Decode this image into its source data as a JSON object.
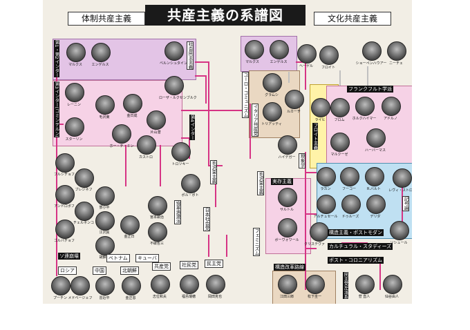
{
  "title": "共産主義の系譜図",
  "left_header": "体制共産主義",
  "right_header": "文化共産主義",
  "colors": {
    "magenta": "#d63384",
    "purple_bg": "#e3c4e6",
    "pink_bg": "#f6d2e6",
    "blue_bg": "#bfe0f2",
    "yellow_bg": "#fff3a8",
    "beige_bg": "#ead8c2"
  },
  "labels": {
    "intl12": "第1・第2インター",
    "intl3": "第3インター(コミンテルン)",
    "shakai": "社会民主主義",
    "intl4": "第4インター",
    "soren": "ソ連崩壊",
    "russia": "ロシア",
    "china": "中国",
    "vietnam": "ベトナム",
    "nkorea": "北朝鮮",
    "cuba": "キューバ",
    "kyosanto": "共産党",
    "shaminto": "社民党",
    "minshuto": "民主党",
    "mao": "毛沢東主義",
    "kinsha": "日本社会党",
    "kakumei": "協革過激派",
    "eurocomm": "ユーロ・コミュニズム",
    "italy": "イタリア共産党",
    "frankfurt": "フランクフルト学派",
    "freud_left": "フロイト主義",
    "genshogaku": "現象学",
    "jitsuzon": "実存主義",
    "mao2": "毛沢東主義",
    "feminism": "フェミニズム",
    "kozo_post": "構造主義・ポストモダン",
    "cultural": "カルチュラル・スタディーズ",
    "postcol": "ポスト・コロニアリズム",
    "kigoron": "記号論",
    "kaikaku": "構造改革路線",
    "minshu": "民主党左派系"
  },
  "people": [
    {
      "name": "マルクス"
    },
    {
      "name": "エンゲルス"
    },
    {
      "name": "ベルンシュタイン"
    },
    {
      "name": "レーニン"
    },
    {
      "name": "スターリン"
    },
    {
      "name": "毛沢東"
    },
    {
      "name": "金日成"
    },
    {
      "name": "ローザ・ルクセンブルク"
    },
    {
      "name": "ホー・チ・ミン"
    },
    {
      "name": "片山潜"
    },
    {
      "name": "カストロ"
    },
    {
      "name": "トロツキー"
    },
    {
      "name": "フルシチョフ"
    },
    {
      "name": "ブレジネフ"
    },
    {
      "name": "アンドロポフ"
    },
    {
      "name": "チェルネンコ"
    },
    {
      "name": "ゴルバチョフ"
    },
    {
      "name": "鄧小平"
    },
    {
      "name": "江沢民"
    },
    {
      "name": "胡錦涛"
    },
    {
      "name": "金正日"
    },
    {
      "name": "宮本顕治"
    },
    {
      "name": "不破哲三"
    },
    {
      "name": "ポル・ポト"
    },
    {
      "name": "プーチン"
    },
    {
      "name": "メドベージェフ"
    },
    {
      "name": "習近平"
    },
    {
      "name": "金正恩"
    },
    {
      "name": "志位和夫"
    },
    {
      "name": "福島瑞穂"
    },
    {
      "name": "岡田克也"
    },
    {
      "name": "マルクス"
    },
    {
      "name": "エンゲルス"
    },
    {
      "name": "ヘーゲル"
    },
    {
      "name": "フロイト"
    },
    {
      "name": "ショーペンハウアー"
    },
    {
      "name": "ニーチェ"
    },
    {
      "name": "グラムシ"
    },
    {
      "name": "トリアッティ"
    },
    {
      "name": "ルカーチ"
    },
    {
      "name": "ライヒ"
    },
    {
      "name": "フロム"
    },
    {
      "name": "ホルクハイマー"
    },
    {
      "name": "アドルノ"
    },
    {
      "name": "マルクーゼ"
    },
    {
      "name": "ハーバーマス"
    },
    {
      "name": "ハイデガー"
    },
    {
      "name": "サルトル"
    },
    {
      "name": "ボーヴォワール"
    },
    {
      "name": "ラカン"
    },
    {
      "name": "フーコー"
    },
    {
      "name": "R.バルト"
    },
    {
      "name": "アルチュセール"
    },
    {
      "name": "ドゥルーズ"
    },
    {
      "name": "デリダ"
    },
    {
      "name": "クリステヴァ"
    },
    {
      "name": "レヴィ・ストロース"
    },
    {
      "name": "ソシュール"
    },
    {
      "name": "江田三郎"
    },
    {
      "name": "松下圭一"
    },
    {
      "name": "菅 直人"
    },
    {
      "name": "仙谷由人"
    }
  ]
}
